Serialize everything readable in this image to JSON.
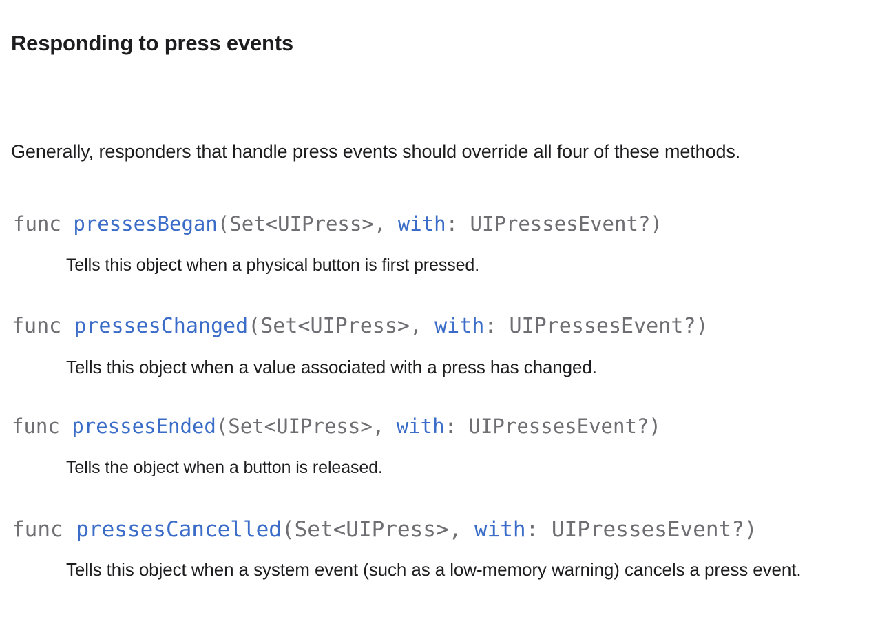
{
  "document": {
    "title": "Responding to press events",
    "intro": "Generally, responders that handle press events should override all four of these methods.",
    "colors": {
      "text": "#1d1d1f",
      "code_gray": "#6e6e73",
      "link_blue": "#3a6cc8",
      "background": "#ffffff"
    },
    "symbols": [
      {
        "keyword": "func",
        "name": "pressesBegan",
        "open_paren": "(",
        "first_param_type": "Set<UIPress>",
        "separator": ", ",
        "label": "with",
        "colon": ": ",
        "second_param_type": "UIPressesEvent?",
        "close_paren": ")",
        "abstract": "Tells this object when a physical button is first pressed."
      },
      {
        "keyword": "func",
        "name": "pressesChanged",
        "open_paren": "(",
        "first_param_type": "Set<UIPress>",
        "separator": ", ",
        "label": "with",
        "colon": ": ",
        "second_param_type": "UIPressesEvent?",
        "close_paren": ")",
        "abstract": "Tells this object when a value associated with a press has changed."
      },
      {
        "keyword": "func",
        "name": "pressesEnded",
        "open_paren": "(",
        "first_param_type": "Set<UIPress>",
        "separator": ", ",
        "label": "with",
        "colon": ": ",
        "second_param_type": "UIPressesEvent?",
        "close_paren": ")",
        "abstract": "Tells the object when a button is released."
      },
      {
        "keyword": "func",
        "name": "pressesCancelled",
        "open_paren": "(",
        "first_param_type": "Set<UIPress>",
        "separator": ", ",
        "label": "with",
        "colon": ": ",
        "second_param_type": "UIPressesEvent?",
        "close_paren": ")",
        "abstract": "Tells this object when a system event (such as a low-memory warning) cancels a press event."
      }
    ]
  }
}
